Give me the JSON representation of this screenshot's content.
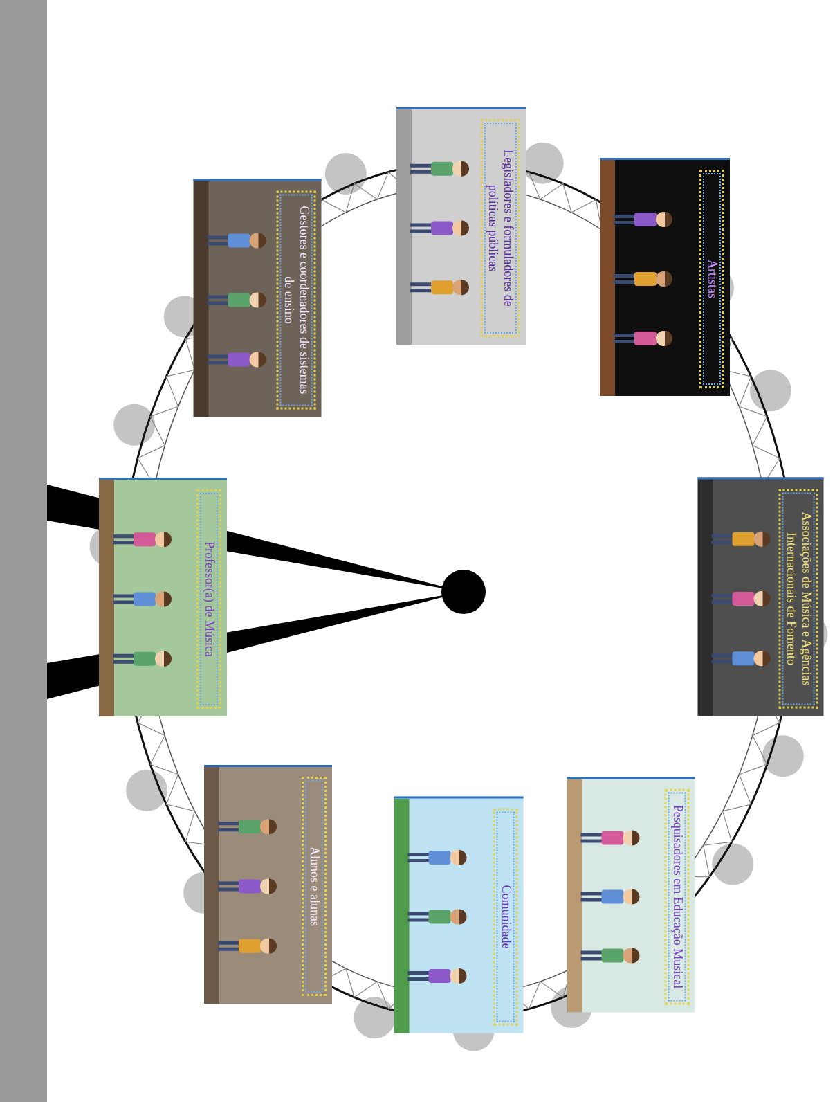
{
  "diagram": {
    "nodes": [
      {
        "text": [
          "Professor(a) de Música"
        ]
      },
      {
        "text": [
          "Gestores e coordenadores de sistemas de ensino"
        ]
      },
      {
        "text": [
          "Legisladores e formuladores de políticas públicas"
        ]
      },
      {
        "text": [
          "Artistas"
        ]
      },
      {
        "text": [
          "Associações de Música e Agências Internacionais de Fomento"
        ]
      },
      {
        "text": [
          "Pesquisadores em Educação Musical"
        ]
      },
      {
        "text": [
          "Comunidade"
        ]
      },
      {
        "text": [
          "Alunos e alunas"
        ]
      }
    ]
  }
}
